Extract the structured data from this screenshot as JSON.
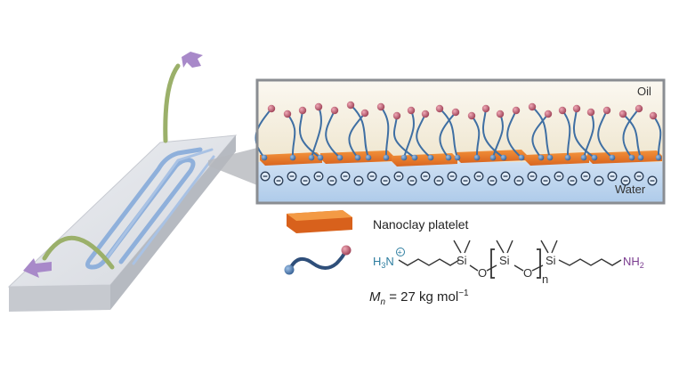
{
  "labels": {
    "oil": "Oil",
    "water": "Water",
    "nanoclay": "Nanoclay platelet"
  },
  "formula": {
    "left_group": "H3N",
    "left_group_main": "H",
    "left_group_sub": "3",
    "left_group_n": "N",
    "charge": "+",
    "si": "Si",
    "o": "O",
    "n": "n",
    "right_group": "NH2",
    "right_group_main": "NH",
    "right_group_sub": "2",
    "mn_symbol": "M",
    "mn_sub": "n",
    "mn_value": "= 27 kg mol",
    "mn_exp": "−1"
  },
  "colors": {
    "polymer": "#3f6fa3",
    "bead": "#c05a6e",
    "clay": "#e07828",
    "water": "#bcd5ee",
    "oil": "#f1ead7",
    "amine": "#2e7ea0",
    "amine_right": "#7a3b8f",
    "arrow": "#a889c9",
    "tube": "#9bb06a"
  }
}
